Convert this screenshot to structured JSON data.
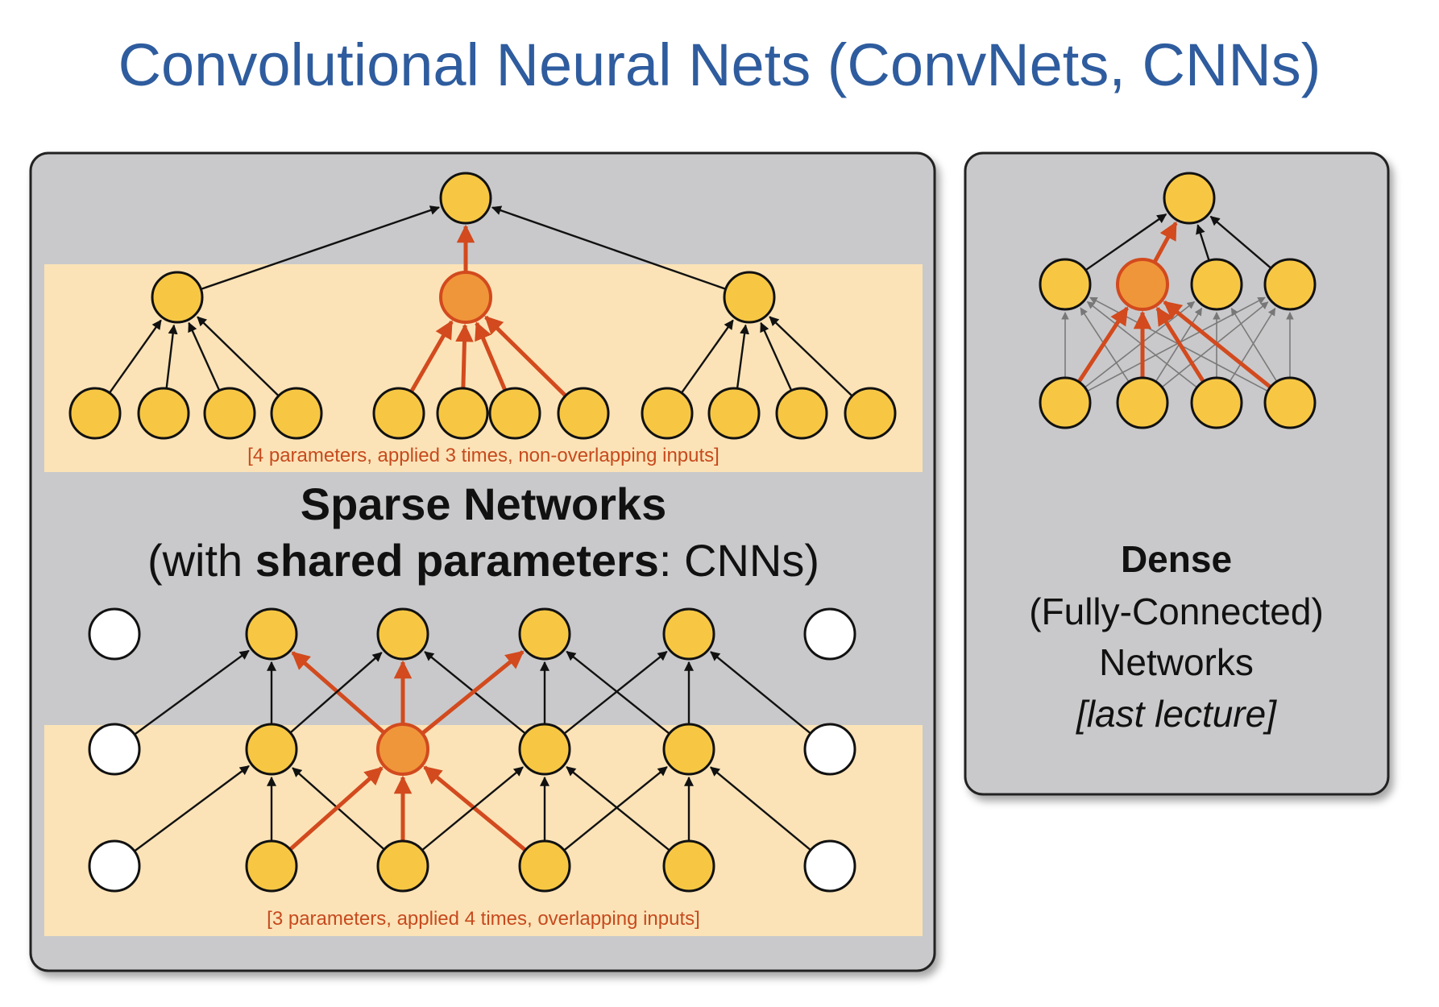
{
  "title": "Convolutional Neural Nets (ConvNets, CNNs)",
  "sparse_panel": {
    "top_caption": "[4 parameters, applied 3 times, non-overlapping inputs]",
    "heading": "Sparse Networks",
    "subheading_prefix": "(with ",
    "subheading_bold": "shared parameters",
    "subheading_suffix": ": CNNs)",
    "bottom_caption": "[3 parameters, applied 4 times, overlapping inputs]"
  },
  "dense_panel": {
    "heading": "Dense",
    "line2": "(Fully-Connected)",
    "line3": "Networks",
    "line4": "[last lecture]"
  },
  "colors": {
    "title": "#2e5c9e",
    "node_fill": "#f7c744",
    "node_highlight": "#f0963a",
    "node_empty": "#ffffff",
    "edge_highlight": "#d24a1e",
    "edge_normal": "#111111",
    "band": "#fbe3b7",
    "panel": "#c9c9cb"
  }
}
